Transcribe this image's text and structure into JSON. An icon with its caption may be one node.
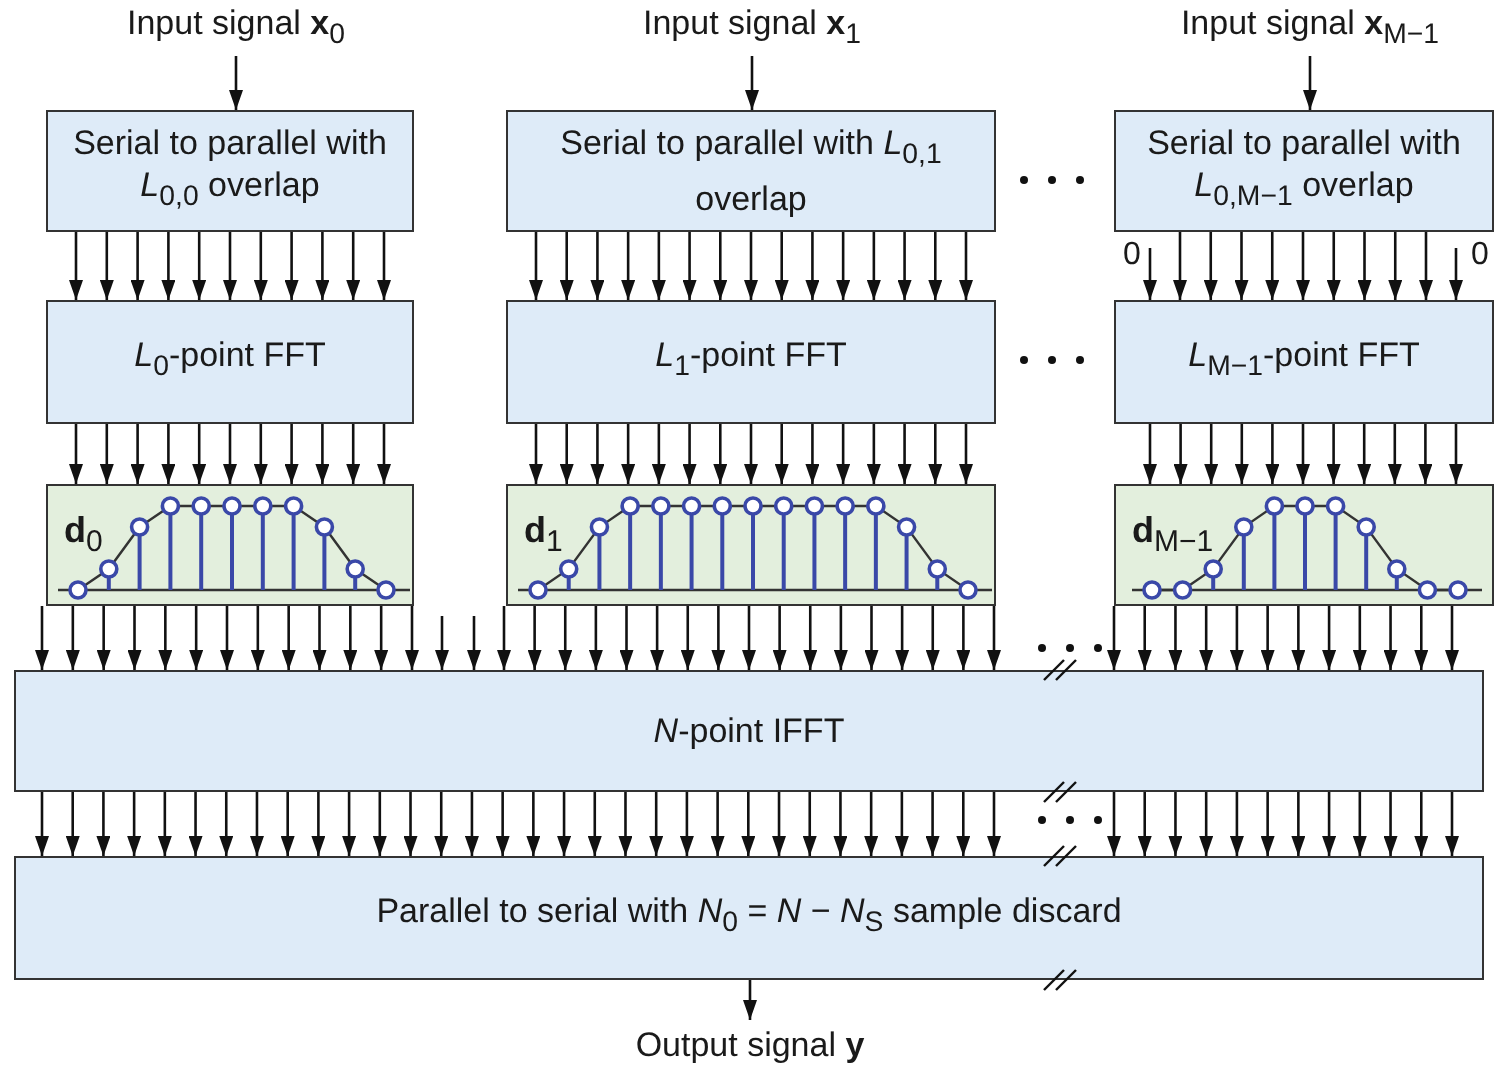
{
  "diagram": {
    "nodes": [
      {
        "text": [
          "Input signal **x**$_{0}$"
        ]
      },
      {
        "text": [
          "Input signal **x**$_{1}$"
        ]
      },
      {
        "text": [
          "Input signal **x**$_{M−1}$"
        ]
      },
      {
        "text": [
          "Serial to parallel with *L*$_{0,0}$ overlap"
        ]
      },
      {
        "text": [
          "Serial to parallel with *L*$_{0,1}$ overlap"
        ]
      },
      {
        "text": [
          "Serial to parallel with *L*$_{0,M−1}$ overlap"
        ]
      },
      {
        "text": [
          "*L*$_{0}$-point FFT"
        ]
      },
      {
        "text": [
          "*L*$_{1}$-point FFT"
        ]
      },
      {
        "text": [
          "*L*$_{M−1}$-point FFT"
        ]
      },
      {
        "text": [
          "**d**$_{0}$"
        ]
      },
      {
        "text": [
          "**d**$_{1}$"
        ]
      },
      {
        "text": [
          "**d**$_{M−1}$"
        ]
      },
      {
        "text": [
          "*N*-point IFFT"
        ]
      },
      {
        "text": [
          "Parallel to serial with *N*$_{0}$ = *N* − *N*$_{S}$ sample discard"
        ]
      },
      {
        "text": [
          "Output signal **y**"
        ]
      },
      {
        "text": [
          "0"
        ]
      },
      {
        "text": [
          "0"
        ]
      }
    ],
    "edges": [
      {
        "from": 0,
        "to": 3,
        "arrow": "to"
      },
      {
        "from": 1,
        "to": 4,
        "arrow": "to"
      },
      {
        "from": 2,
        "to": 5,
        "arrow": "to"
      },
      {
        "from": 3,
        "to": 6,
        "arrow": "to"
      },
      {
        "from": 3,
        "to": 6,
        "arrow": "to"
      },
      {
        "from": 3,
        "to": 6,
        "arrow": "to"
      },
      {
        "from": 3,
        "to": 6,
        "arrow": "to"
      },
      {
        "from": 3,
        "to": 6,
        "arrow": "to"
      },
      {
        "from": 3,
        "to": 6,
        "arrow": "to"
      },
      {
        "from": 3,
        "to": 6,
        "arrow": "to"
      },
      {
        "from": 3,
        "to": 6,
        "arrow": "to"
      },
      {
        "from": 3,
        "to": 6,
        "arrow": "to"
      },
      {
        "from": 3,
        "to": 6,
        "arrow": "to"
      },
      {
        "from": 3,
        "to": 6,
        "arrow": "to"
      },
      {
        "from": 4,
        "to": 7,
        "arrow": "to"
      },
      {
        "from": 4,
        "to": 7,
        "arrow": "to"
      },
      {
        "from": 4,
        "to": 7,
        "arrow": "to"
      },
      {
        "from": 4,
        "to": 7,
        "arrow": "to"
      },
      {
        "from": 4,
        "to": 7,
        "arrow": "to"
      },
      {
        "from": 4,
        "to": 7,
        "arrow": "to"
      },
      {
        "from": 4,
        "to": 7,
        "arrow": "to"
      },
      {
        "from": 4,
        "to": 7,
        "arrow": "to"
      },
      {
        "from": 4,
        "to": 7,
        "arrow": "to"
      },
      {
        "from": 4,
        "to": 7,
        "arrow": "to"
      },
      {
        "from": 4,
        "to": 7,
        "arrow": "to"
      },
      {
        "from": 4,
        "to": 7,
        "arrow": "to"
      },
      {
        "from": 4,
        "to": 7,
        "arrow": "to"
      },
      {
        "from": 4,
        "to": 7,
        "arrow": "to"
      },
      {
        "from": 4,
        "to": 7,
        "arrow": "to"
      },
      {
        "from": 15,
        "to": 8,
        "arrow": "to"
      },
      {
        "from": 5,
        "to": 8,
        "arrow": "to"
      },
      {
        "from": 5,
        "to": 8,
        "arrow": "to"
      },
      {
        "from": 5,
        "to": 8,
        "arrow": "to"
      },
      {
        "from": 5,
        "to": 8,
        "arrow": "to"
      },
      {
        "from": 5,
        "to": 8,
        "arrow": "to"
      },
      {
        "from": 5,
        "to": 8,
        "arrow": "to"
      },
      {
        "from": 5,
        "to": 8,
        "arrow": "to"
      },
      {
        "from": 5,
        "to": 8,
        "arrow": "to"
      },
      {
        "from": 5,
        "to": 8,
        "arrow": "to"
      },
      {
        "from": 16,
        "to": 8,
        "arrow": "to"
      },
      {
        "from": 6,
        "to": 9,
        "arrow": "to"
      },
      {
        "from": 6,
        "to": 9,
        "arrow": "to"
      },
      {
        "from": 6,
        "to": 9,
        "arrow": "to"
      },
      {
        "from": 6,
        "to": 9,
        "arrow": "to"
      },
      {
        "from": 6,
        "to": 9,
        "arrow": "to"
      },
      {
        "from": 6,
        "to": 9,
        "arrow": "to"
      },
      {
        "from": 6,
        "to": 9,
        "arrow": "to"
      },
      {
        "from": 6,
        "to": 9,
        "arrow": "to"
      },
      {
        "from": 6,
        "to": 9,
        "arrow": "to"
      },
      {
        "from": 6,
        "to": 9,
        "arrow": "to"
      },
      {
        "from": 6,
        "to": 9,
        "arrow": "to"
      },
      {
        "from": 7,
        "to": 10,
        "arrow": "to"
      },
      {
        "from": 7,
        "to": 10,
        "arrow": "to"
      },
      {
        "from": 7,
        "to": 10,
        "arrow": "to"
      },
      {
        "from": 7,
        "to": 10,
        "arrow": "to"
      },
      {
        "from": 7,
        "to": 10,
        "arrow": "to"
      },
      {
        "from": 7,
        "to": 10,
        "arrow": "to"
      },
      {
        "from": 7,
        "to": 10,
        "arrow": "to"
      },
      {
        "from": 7,
        "to": 10,
        "arrow": "to"
      },
      {
        "from": 7,
        "to": 10,
        "arrow": "to"
      },
      {
        "from": 7,
        "to": 10,
        "arrow": "to"
      },
      {
        "from": 7,
        "to": 10,
        "arrow": "to"
      },
      {
        "from": 7,
        "to": 10,
        "arrow": "to"
      },
      {
        "from": 7,
        "to": 10,
        "arrow": "to"
      },
      {
        "from": 7,
        "to": 10,
        "arrow": "to"
      },
      {
        "from": 7,
        "to": 10,
        "arrow": "to"
      },
      {
        "from": 8,
        "to": 11,
        "arrow": "to"
      },
      {
        "from": 8,
        "to": 11,
        "arrow": "to"
      },
      {
        "from": 8,
        "to": 11,
        "arrow": "to"
      },
      {
        "from": 8,
        "to": 11,
        "arrow": "to"
      },
      {
        "from": 8,
        "to": 11,
        "arrow": "to"
      },
      {
        "from": 8,
        "to": 11,
        "arrow": "to"
      },
      {
        "from": 8,
        "to": 11,
        "arrow": "to"
      },
      {
        "from": 8,
        "to": 11,
        "arrow": "to"
      },
      {
        "from": 8,
        "to": 11,
        "arrow": "to"
      },
      {
        "from": 8,
        "to": 11,
        "arrow": "to"
      },
      {
        "from": 8,
        "to": 11,
        "arrow": "to"
      },
      {
        "from": 9,
        "to": 12,
        "arrow": "to"
      },
      {
        "from": 9,
        "to": 12,
        "arrow": "to"
      },
      {
        "from": 9,
        "to": 12,
        "arrow": "to"
      },
      {
        "from": 9,
        "to": 12,
        "arrow": "to"
      },
      {
        "from": 9,
        "to": 12,
        "arrow": "to"
      },
      {
        "from": 9,
        "to": 12,
        "arrow": "to"
      },
      {
        "from": 9,
        "to": 12,
        "arrow": "to"
      },
      {
        "from": 9,
        "to": 12,
        "arrow": "to"
      },
      {
        "from": 9,
        "to": 12,
        "arrow": "to"
      },
      {
        "from": 9,
        "to": 12,
        "arrow": "to"
      },
      {
        "from": 9,
        "to": 12,
        "arrow": "to"
      },
      {
        "from": 9,
        "to": 12,
        "arrow": "to"
      },
      {
        "from": 9,
        "to": 12,
        "arrow": "to"
      },
      {
        "from": null,
        "to": 12,
        "arrow": "to"
      },
      {
        "from": null,
        "to": 12,
        "arrow": "to"
      },
      {
        "from": 10,
        "to": 12,
        "arrow": "to"
      },
      {
        "from": 10,
        "to": 12,
        "arrow": "to"
      },
      {
        "from": 10,
        "to": 12,
        "arrow": "to"
      },
      {
        "from": 10,
        "to": 12,
        "arrow": "to"
      },
      {
        "from": 10,
        "to": 12,
        "arrow": "to"
      },
      {
        "from": 10,
        "to": 12,
        "arrow": "to"
      },
      {
        "from": 10,
        "to": 12,
        "arrow": "to"
      },
      {
        "from": 10,
        "to": 12,
        "arrow": "to"
      },
      {
        "from": 10,
        "to": 12,
        "arrow": "to"
      },
      {
        "from": 10,
        "to": 12,
        "arrow": "to"
      },
      {
        "from": 10,
        "to": 12,
        "arrow": "to"
      },
      {
        "from": 10,
        "to": 12,
        "arrow": "to"
      },
      {
        "from": 10,
        "to": 12,
        "arrow": "to"
      },
      {
        "from": 10,
        "to": 12,
        "arrow": "to"
      },
      {
        "from": 10,
        "to": 12,
        "arrow": "to"
      },
      {
        "from": 10,
        "to": 12,
        "arrow": "to"
      },
      {
        "from": 10,
        "to": 12,
        "arrow": "to"
      },
      {
        "from": 11,
        "to": 12,
        "arrow": "to"
      },
      {
        "from": 11,
        "to": 12,
        "arrow": "to"
      },
      {
        "from": 11,
        "to": 12,
        "arrow": "to"
      },
      {
        "from": 11,
        "to": 12,
        "arrow": "to"
      },
      {
        "from": 11,
        "to": 12,
        "arrow": "to"
      },
      {
        "from": 11,
        "to": 12,
        "arrow": "to"
      },
      {
        "from": 11,
        "to": 12,
        "arrow": "to"
      },
      {
        "from": 11,
        "to": 12,
        "arrow": "to"
      },
      {
        "from": 11,
        "to": 12,
        "arrow": "to"
      },
      {
        "from": 11,
        "to": 12,
        "arrow": "to"
      },
      {
        "from": 11,
        "to": 12,
        "arrow": "to"
      },
      {
        "from": 11,
        "to": 12,
        "arrow": "to"
      },
      {
        "from": 12,
        "to": 13,
        "arrow": "to"
      },
      {
        "from": 12,
        "to": 13,
        "arrow": "to"
      },
      {
        "from": 12,
        "to": 13,
        "arrow": "to"
      },
      {
        "from": 12,
        "to": 13,
        "arrow": "to"
      },
      {
        "from": 12,
        "to": 13,
        "arrow": "to"
      },
      {
        "from": 12,
        "to": 13,
        "arrow": "to"
      },
      {
        "from": 12,
        "to": 13,
        "arrow": "to"
      },
      {
        "from": 12,
        "to": 13,
        "arrow": "to"
      },
      {
        "from": 12,
        "to": 13,
        "arrow": "to"
      },
      {
        "from": 12,
        "to": 13,
        "arrow": "to"
      },
      {
        "from": 12,
        "to": 13,
        "arrow": "to"
      },
      {
        "from": 12,
        "to": 13,
        "arrow": "to"
      },
      {
        "from": 12,
        "to": 13,
        "arrow": "to"
      },
      {
        "from": 12,
        "to": 13,
        "arrow": "to"
      },
      {
        "from": 12,
        "to": 13,
        "arrow": "to"
      },
      {
        "from": 12,
        "to": 13,
        "arrow": "to"
      },
      {
        "from": 12,
        "to": 13,
        "arrow": "to"
      },
      {
        "from": 12,
        "to": 13,
        "arrow": "to"
      },
      {
        "from": 12,
        "to": 13,
        "arrow": "to"
      },
      {
        "from": 12,
        "to": 13,
        "arrow": "to"
      },
      {
        "from": 12,
        "to": 13,
        "arrow": "to"
      },
      {
        "from": 12,
        "to": 13,
        "arrow": "to"
      },
      {
        "from": 12,
        "to": 13,
        "arrow": "to"
      },
      {
        "from": 12,
        "to": 13,
        "arrow": "to"
      },
      {
        "from": 12,
        "to": 13,
        "arrow": "to"
      },
      {
        "from": 12,
        "to": 13,
        "arrow": "to"
      },
      {
        "from": 12,
        "to": 13,
        "arrow": "to"
      },
      {
        "from": 12,
        "to": 13,
        "arrow": "to"
      },
      {
        "from": 12,
        "to": 13,
        "arrow": "to"
      },
      {
        "from": 12,
        "to": 13,
        "arrow": "to"
      },
      {
        "from": 12,
        "to": 13,
        "arrow": "to"
      },
      {
        "from": 12,
        "to": 13,
        "arrow": "to"
      },
      {
        "from": 12,
        "to": 13,
        "arrow": "to"
      },
      {
        "from": 12,
        "to": 13,
        "arrow": "to"
      },
      {
        "from": 12,
        "to": 13,
        "arrow": "to"
      },
      {
        "from": 12,
        "to": 13,
        "arrow": "to"
      },
      {
        "from": 12,
        "to": 13,
        "arrow": "to"
      },
      {
        "from": 12,
        "to": 13,
        "arrow": "to"
      },
      {
        "from": 12,
        "to": 13,
        "arrow": "to"
      },
      {
        "from": 12,
        "to": 13,
        "arrow": "to"
      },
      {
        "from": 12,
        "to": 13,
        "arrow": "to"
      },
      {
        "from": 12,
        "to": 13,
        "arrow": "to"
      },
      {
        "from": 12,
        "to": 13,
        "arrow": "to"
      },
      {
        "from": 12,
        "to": 13,
        "arrow": "to"
      },
      {
        "from": 13,
        "to": 14,
        "arrow": "to"
      }
    ]
  }
}
